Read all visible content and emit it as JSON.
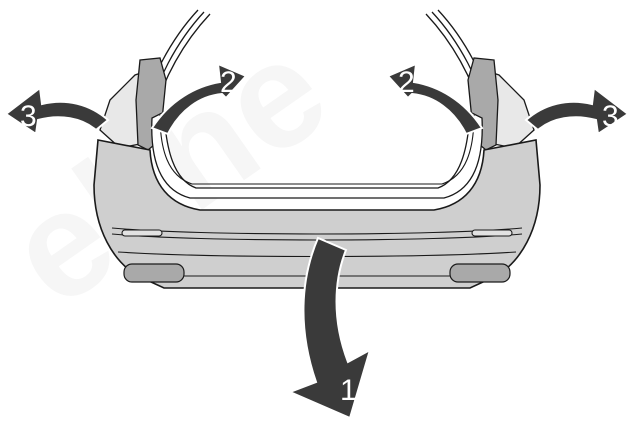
{
  "watermark": "ekhe",
  "step_labels": {
    "bumper_down": "1",
    "bracket_left": "2",
    "bracket_right": "2",
    "cover_left": "3",
    "cover_right": "3"
  },
  "colors": {
    "bumper_fill": "#cfcfcf",
    "bumper_shadow": "#a9a9a9",
    "arrow_fill": "#3a3a3a",
    "outline": "#1a1a1a",
    "watermark": "#f6f6f6"
  }
}
